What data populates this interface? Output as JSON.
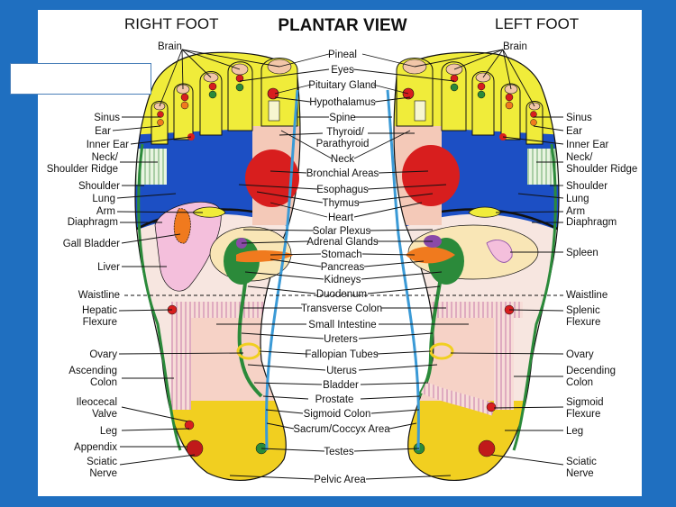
{
  "title": "PLANTAR VIEW",
  "right_foot_label": "RIGHT FOOT",
  "left_foot_label": "LEFT FOOT",
  "labels": {
    "brain": "Brain",
    "sinus": "Sinus",
    "ear": "Ear",
    "inner_ear": "Inner Ear",
    "neck_1": "Neck/",
    "shoulder_ridge": "Shoulder Ridge",
    "shoulder": "Shoulder",
    "lung": "Lung",
    "arm": "Arm",
    "diaphragm": "Diaphragm",
    "gall_bladder": "Gall Bladder",
    "liver": "Liver",
    "spleen": "Spleen",
    "waistline": "Waistline",
    "hepatic_1": "Hepatic",
    "hepatic_2": "Flexure",
    "splenic_1": "Splenic",
    "splenic_2": "Flexure",
    "ovary": "Ovary",
    "ascending_1": "Ascending",
    "ascending_2": "Colon",
    "decending_1": "Decending",
    "decending_2": "Colon",
    "ileocecal_1": "Ileocecal",
    "ileocecal_2": "Valve",
    "sigmoid_flex_1": "Sigmoid",
    "sigmoid_flex_2": "Flexure",
    "leg": "Leg",
    "appendix": "Appendix",
    "sciatic_1": "Sciatic",
    "sciatic_2": "Nerve",
    "pineal": "Pineal",
    "eyes": "Eyes",
    "pituitary": "Pituitary Gland",
    "hypothalamus": "Hypothalamus",
    "spine": "Spine",
    "thyroid_1": "Thyroid/",
    "thyroid_2": "Parathyroid",
    "neck": "Neck",
    "bronchial": "Bronchial Areas",
    "esophagus": "Esophagus",
    "thymus": "Thymus",
    "heart": "Heart",
    "solar_plexus": "Solar Plexus",
    "adrenal": "Adrenal Glands",
    "stomach": "Stomach",
    "pancreas": "Pancreas",
    "kidneys": "Kidneys",
    "duodenum": "Duodenum",
    "transverse_colon": "Transverse Colon",
    "small_intestine": "Small Intestine",
    "ureters": "Ureters",
    "fallopian": "Fallopian Tubes",
    "uterus": "Uterus",
    "bladder": "Bladder",
    "prostate": "Prostate",
    "sigmoid_colon": "Sigmoid Colon",
    "sacrum": "Sacrum/Coccyx Area",
    "testes": "Testes",
    "pelvic": "Pelvic Area"
  },
  "colors": {
    "background": "#1f6fc0",
    "toes": "#f0ec3a",
    "upper_band": "#1c4fc4",
    "heel": "#f1cf20",
    "pink": "#f4c9b8",
    "spine_line": "#3b9ad6",
    "red_organ": "#d81e1e",
    "green": "#2b8a3a",
    "orange": "#f07a1e"
  }
}
